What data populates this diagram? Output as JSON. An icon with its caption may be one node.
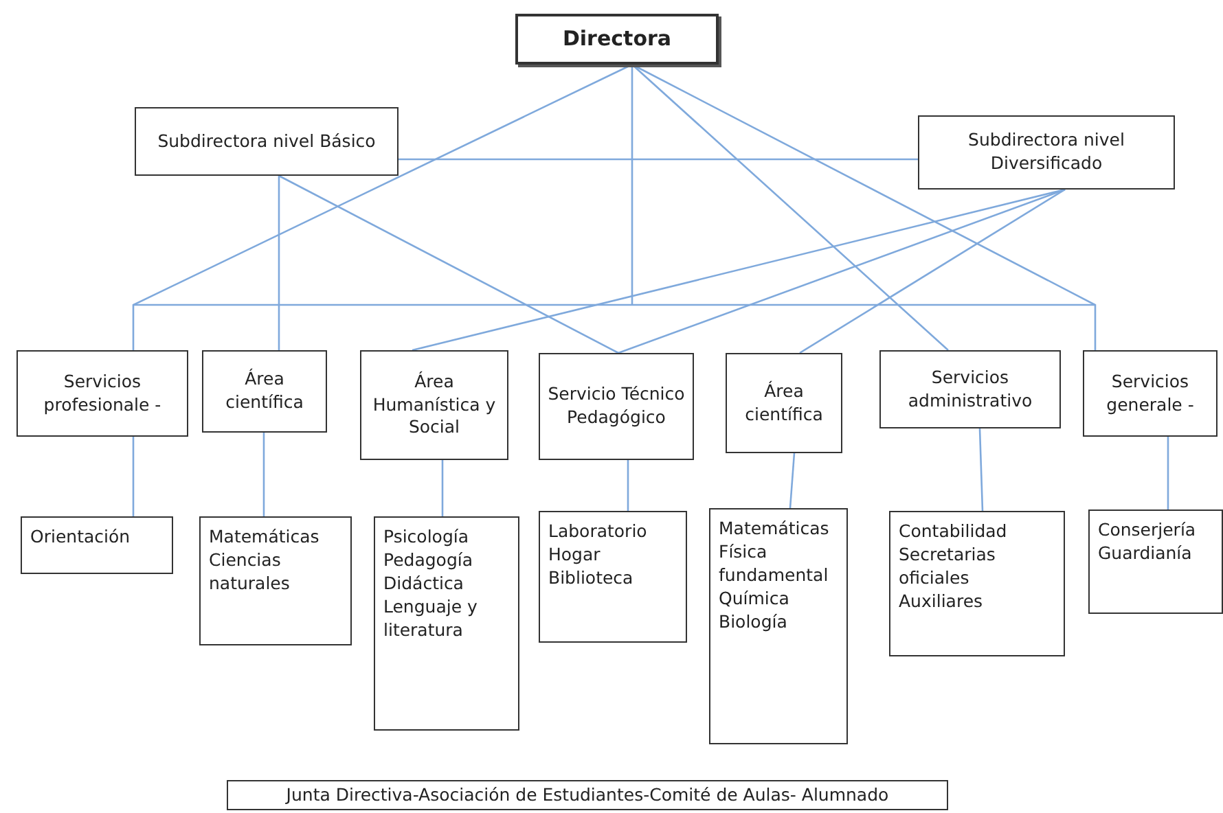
{
  "diagram": {
    "nodes": [
      {
        "text": [
          "Directora"
        ]
      },
      {
        "text": [
          "Subdirectora nivel Básico"
        ]
      },
      {
        "text": [
          "Subdirectora nivel Diversificado"
        ]
      },
      {
        "text": [
          "Servicios profesionale -"
        ]
      },
      {
        "text": [
          "Área científica"
        ]
      },
      {
        "text": [
          "Área Humanística y Social"
        ]
      },
      {
        "text": [
          "Servicio Técnico Pedagógico"
        ]
      },
      {
        "text": [
          "Área científica"
        ]
      },
      {
        "text": [
          "Servicios administrativo"
        ]
      },
      {
        "text": [
          "Servicios generale -"
        ]
      },
      {
        "text": [
          "Orientación"
        ]
      },
      {
        "text": [
          "Matemáticas",
          "Ciencias naturales"
        ]
      },
      {
        "text": [
          "Psicología",
          "Pedagogía",
          "Didáctica",
          "Lenguaje y literatura"
        ]
      },
      {
        "text": [
          "Laboratorio",
          "Hogar",
          "Biblioteca"
        ]
      },
      {
        "text": [
          "Matemáticas",
          "Física fundamental",
          "Química",
          "Biología"
        ]
      },
      {
        "text": [
          "Contabilidad",
          "Secretarias oficiales",
          "Auxiliares"
        ]
      },
      {
        "text": [
          "Conserjería",
          "Guardianía"
        ]
      },
      {
        "text": [
          "Junta Directiva-Asociación de Estudiantes-Comité de Aulas- Alumnado"
        ]
      }
    ],
    "edges": [
      {
        "from": 0,
        "to": 3,
        "arrow": "none"
      },
      {
        "from": 0,
        "to": 8,
        "arrow": "none"
      },
      {
        "from": 0,
        "to": 9,
        "arrow": "none"
      },
      {
        "from": 1,
        "to": 2,
        "arrow": "none"
      },
      {
        "from": 1,
        "to": 4,
        "arrow": "none"
      },
      {
        "from": 1,
        "to": 6,
        "arrow": "none"
      },
      {
        "from": 2,
        "to": 5,
        "arrow": "none"
      },
      {
        "from": 2,
        "to": 6,
        "arrow": "none"
      },
      {
        "from": 2,
        "to": 7,
        "arrow": "none"
      },
      {
        "from": 3,
        "to": 10,
        "arrow": "none"
      },
      {
        "from": 4,
        "to": 11,
        "arrow": "none"
      },
      {
        "from": 5,
        "to": 12,
        "arrow": "none"
      },
      {
        "from": 6,
        "to": 13,
        "arrow": "none"
      },
      {
        "from": 7,
        "to": 14,
        "arrow": "none"
      },
      {
        "from": 8,
        "to": 15,
        "arrow": "none"
      },
      {
        "from": 9,
        "to": 16,
        "arrow": "none"
      }
    ]
  }
}
